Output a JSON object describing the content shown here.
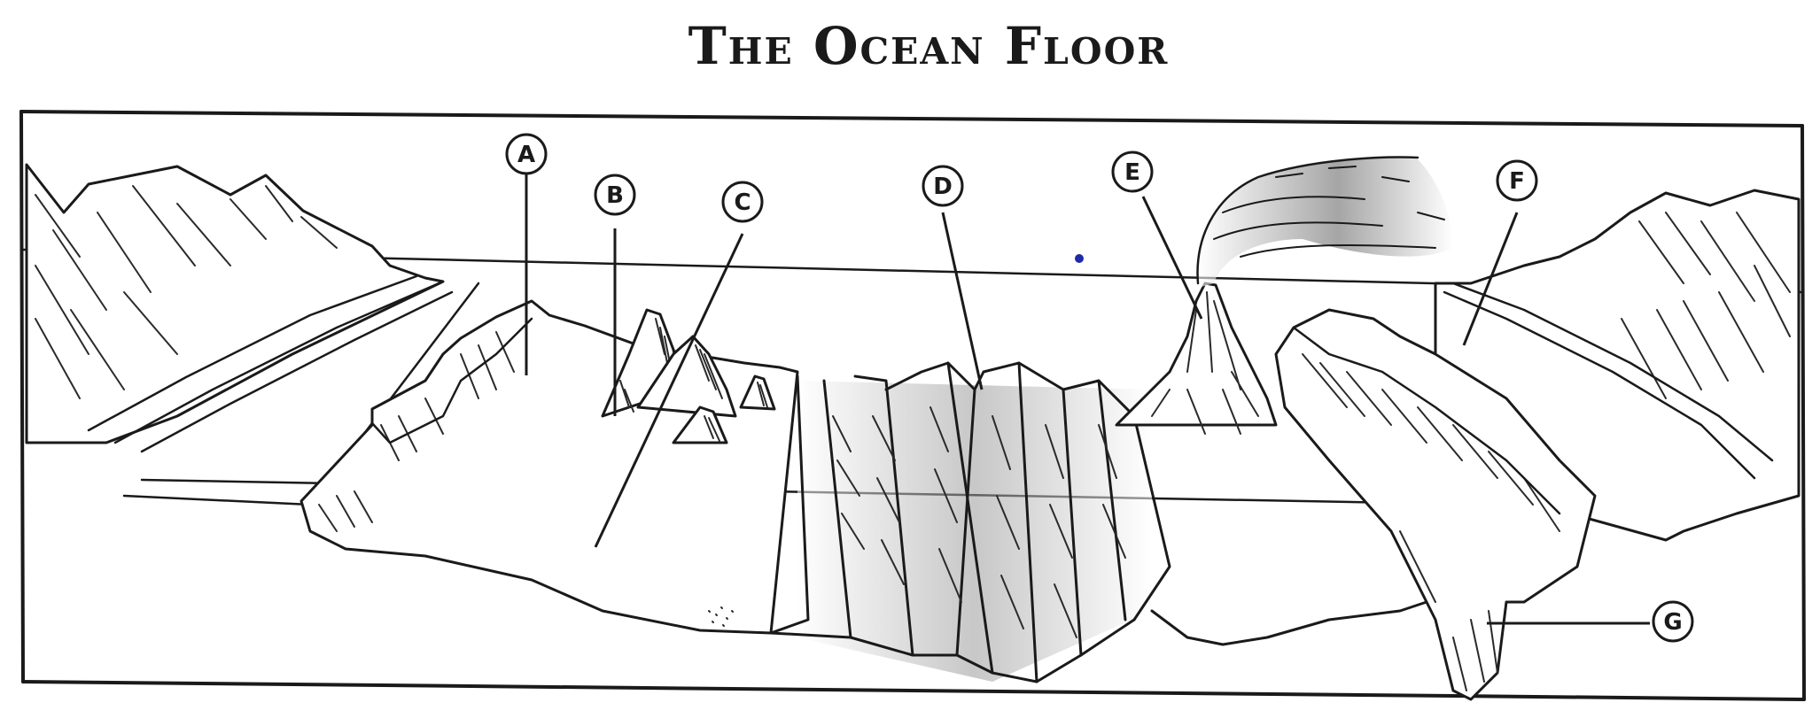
{
  "title": "The Ocean Floor",
  "labels": {
    "A": "A",
    "B": "B",
    "C": "C",
    "D": "D",
    "E": "E",
    "F": "F",
    "G": "G"
  },
  "colors": {
    "ink": "#1a1a1a",
    "paper": "#ffffff",
    "dot": "#1f2aa8"
  }
}
